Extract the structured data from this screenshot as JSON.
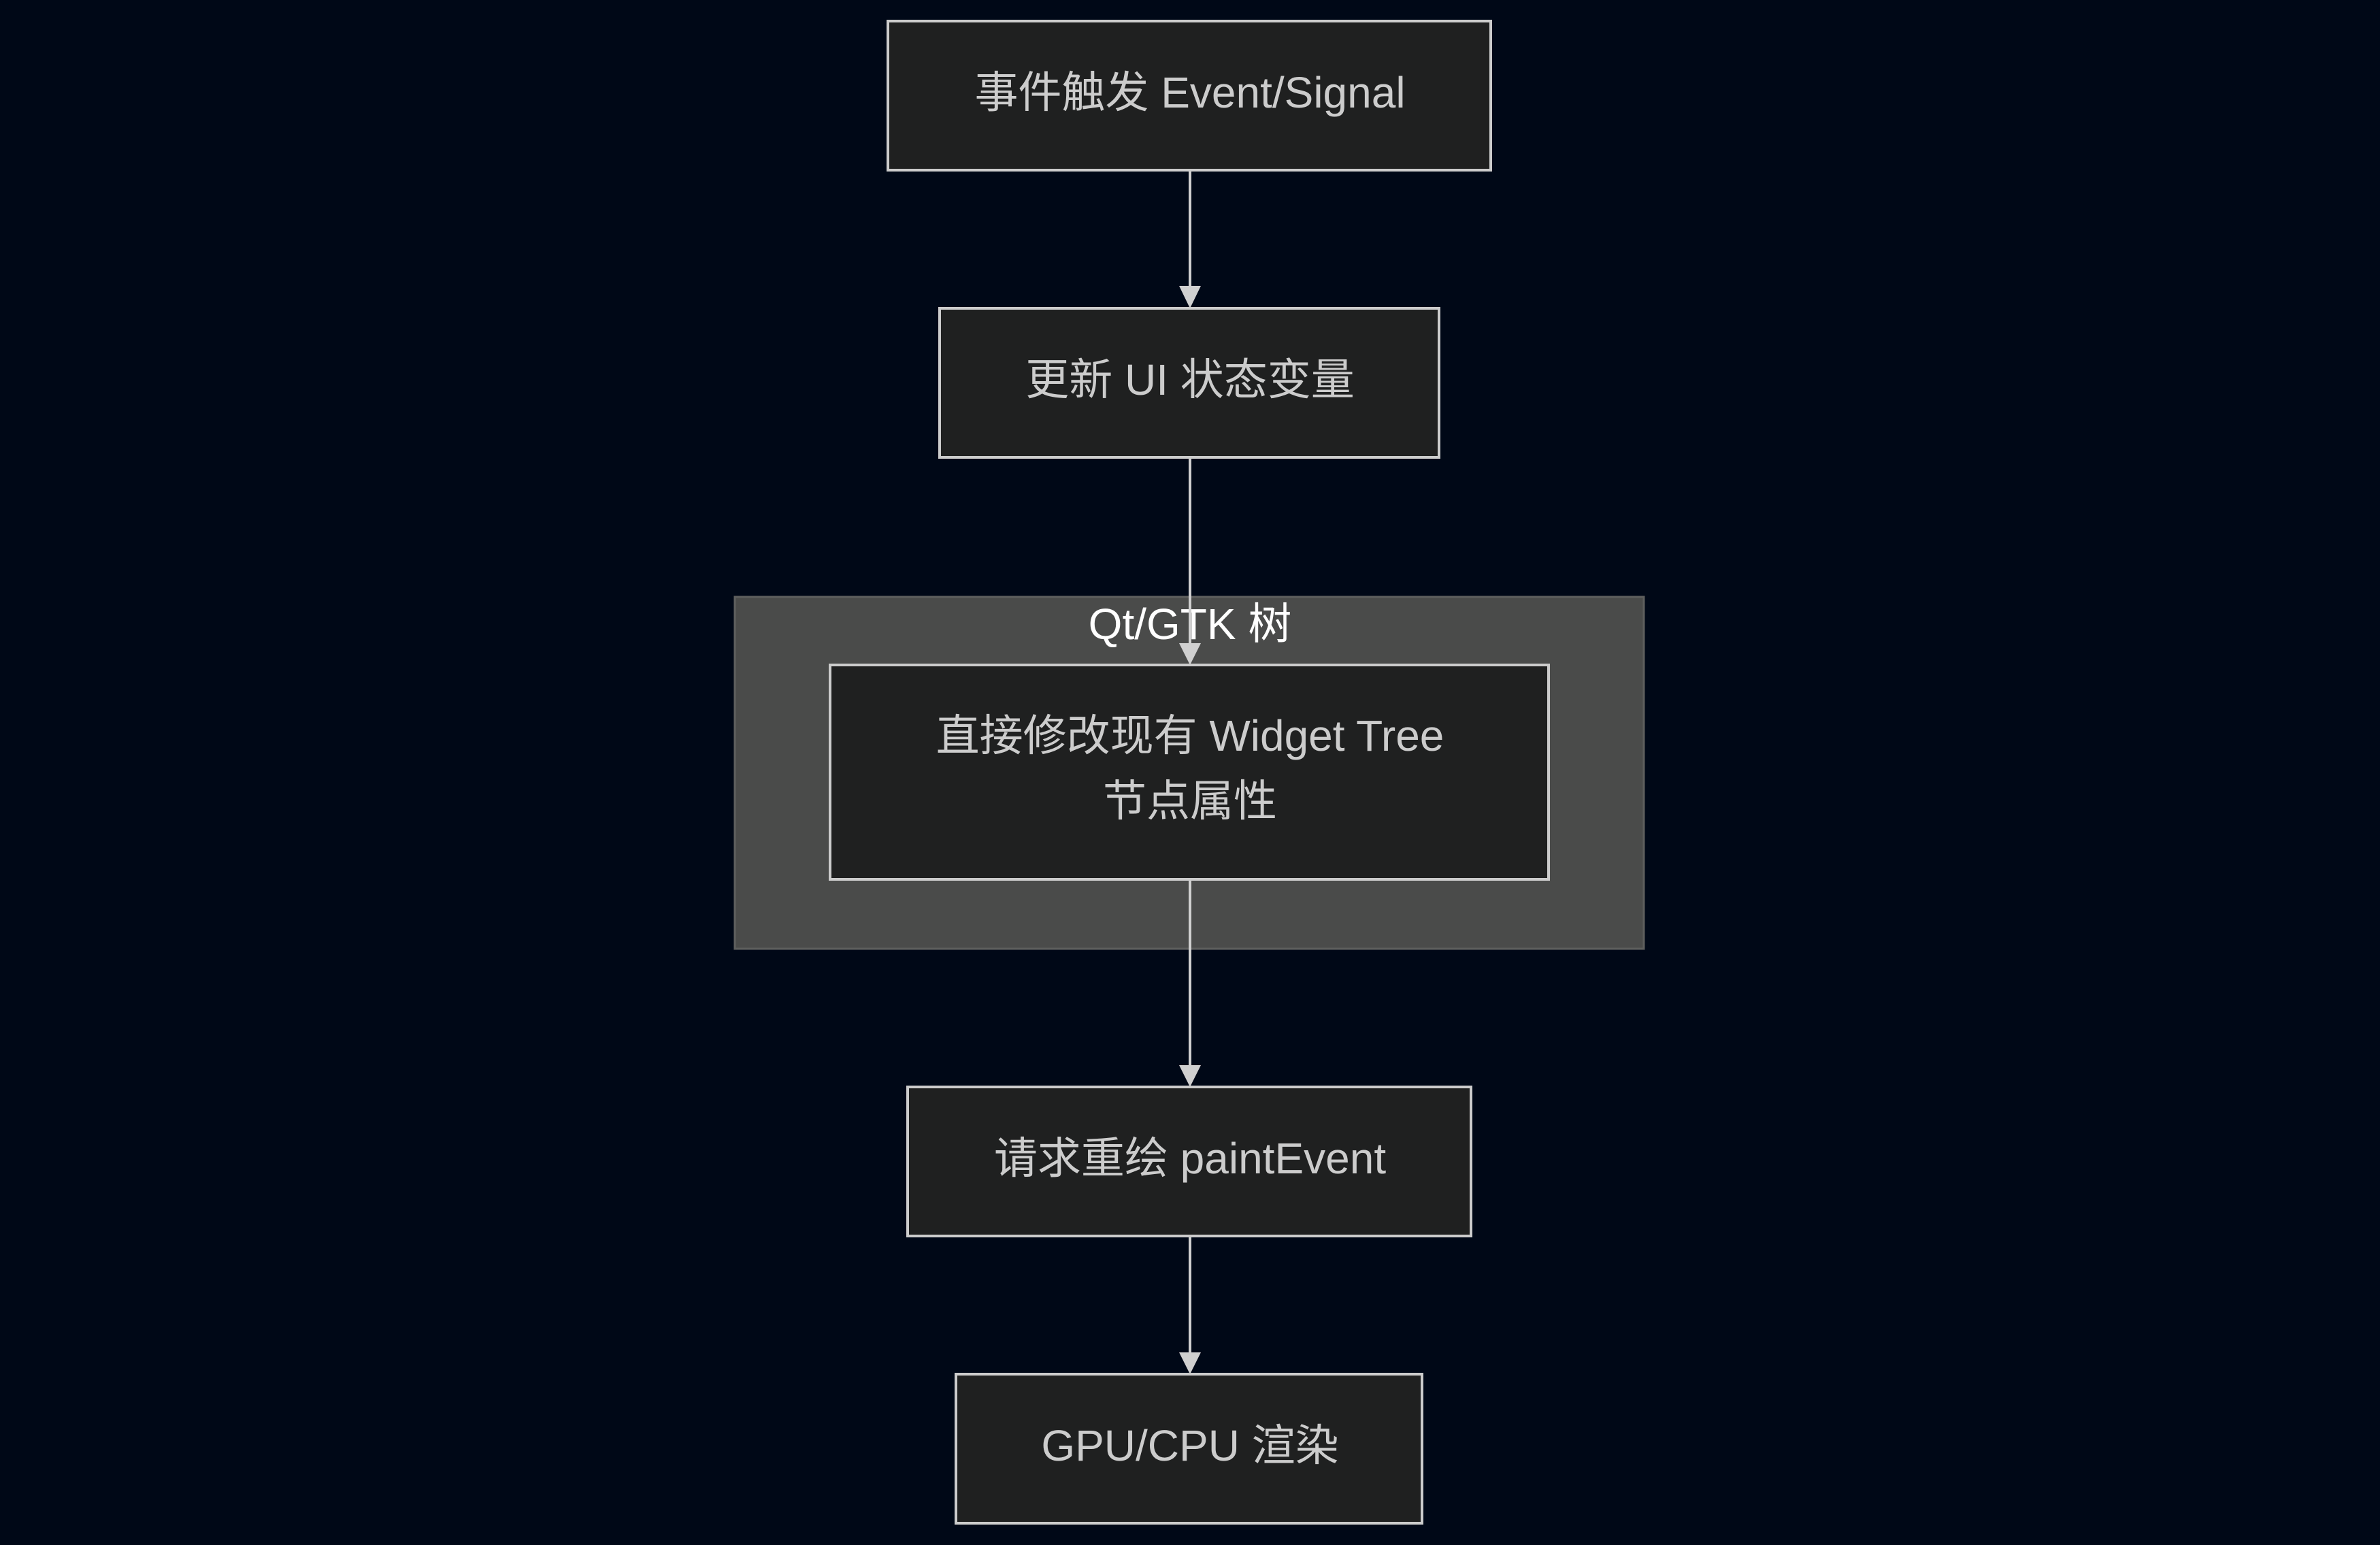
{
  "nodes": {
    "event": "事件触发 Event/Signal",
    "update": "更新 UI 状态变量",
    "modify_line1": "直接修改现有 Widget Tree",
    "modify_line2": "节点属性",
    "repaint": "请求重绘 paintEvent",
    "render": "GPU/CPU 渲染"
  },
  "cluster": {
    "label": "Qt/GTK 树"
  },
  "colors": {
    "background": "#000817",
    "node_fill": "#1f2020",
    "cluster_fill": "#4a4b4a",
    "stroke": "#cccccc"
  }
}
